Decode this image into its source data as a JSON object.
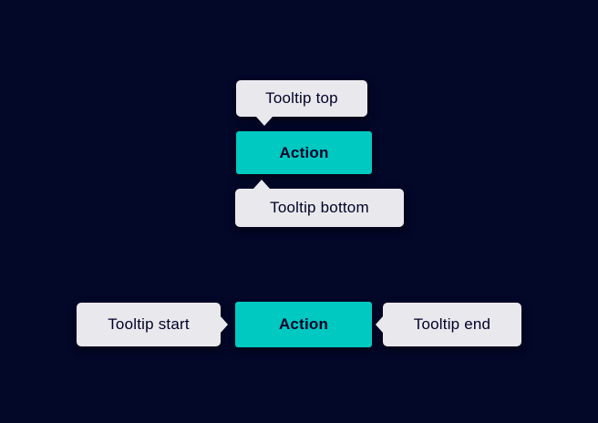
{
  "colors": {
    "page_bg": "#030728",
    "tooltip_bg": "#e9e9ed",
    "tooltip_text": "#000028",
    "action_bg": "#00c9c1",
    "action_text": "#000028"
  },
  "vertical_group": {
    "tooltip_top_label": "Tooltip top",
    "action_label": "Action",
    "tooltip_bottom_label": "Tooltip bottom"
  },
  "horizontal_group": {
    "tooltip_start_label": "Tooltip start",
    "action_label": "Action",
    "tooltip_end_label": "Tooltip end"
  }
}
